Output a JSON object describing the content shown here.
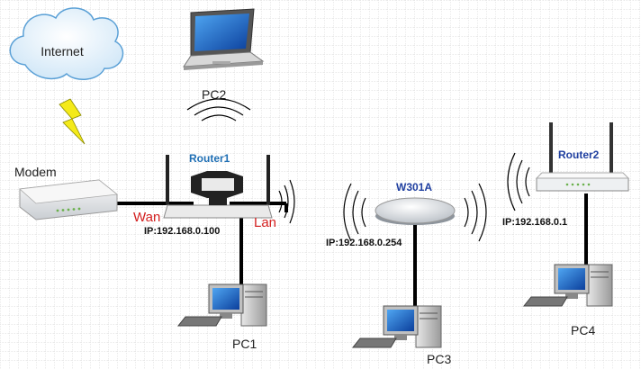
{
  "diagram": {
    "cloud_label": "Internet",
    "modem_label": "Modem",
    "laptop_label": "PC2",
    "router1_label": "Router1",
    "wan_label": "Wan",
    "lan_label": "Lan",
    "router1_ip": "IP:192.168.0.100",
    "pc1_label": "PC1",
    "ap_label": "W301A",
    "ap_ip": "IP:192.168.0.254",
    "pc3_label": "PC3",
    "router2_label": "Router2",
    "router2_ip": "IP:192.168.0.1",
    "pc4_label": "PC4"
  },
  "colors": {
    "grid": "#c8c8c8",
    "background": "#ffffff",
    "cable": "#000000",
    "router_label": "#1f6fb4",
    "ap_label": "#1f3fa0",
    "port_label": "#d42020",
    "lightning": "#f4ea1a"
  }
}
